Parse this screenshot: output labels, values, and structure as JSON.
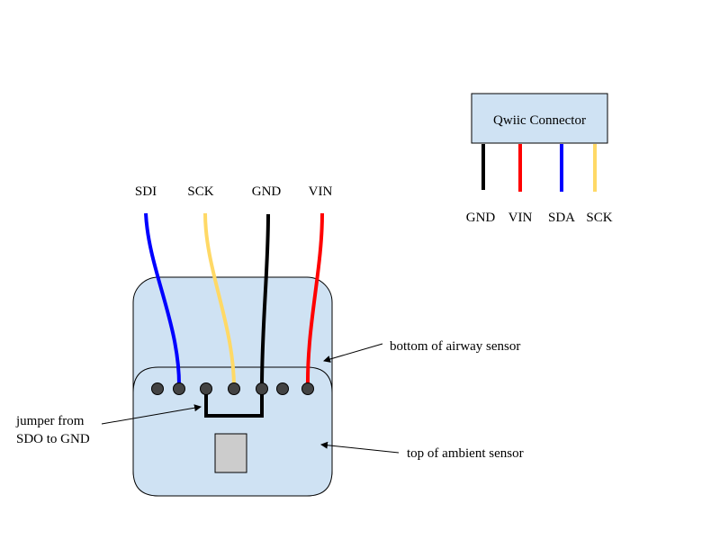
{
  "qwiic": {
    "title": "Qwiic Connector",
    "pins": [
      {
        "label": "GND",
        "color": "#000000"
      },
      {
        "label": "VIN",
        "color": "#ff0000"
      },
      {
        "label": "SDA",
        "color": "#0000ff"
      },
      {
        "label": "SCK",
        "color": "#ffd966"
      }
    ]
  },
  "sensor_wires": [
    {
      "label": "SDI",
      "color": "#0000ff"
    },
    {
      "label": "SCK",
      "color": "#ffd966"
    },
    {
      "label": "GND",
      "color": "#000000"
    },
    {
      "label": "VIN",
      "color": "#ff0000"
    }
  ],
  "annotations": {
    "airway": "bottom of airway sensor",
    "ambient": "top of ambient sensor",
    "jumper_line1": "jumper from",
    "jumper_line2": "SDO to GND"
  },
  "colors": {
    "board_fill": "#cfe2f3",
    "board_stroke": "#000000",
    "pin_fill": "#434343",
    "chip_fill": "#cccccc"
  }
}
